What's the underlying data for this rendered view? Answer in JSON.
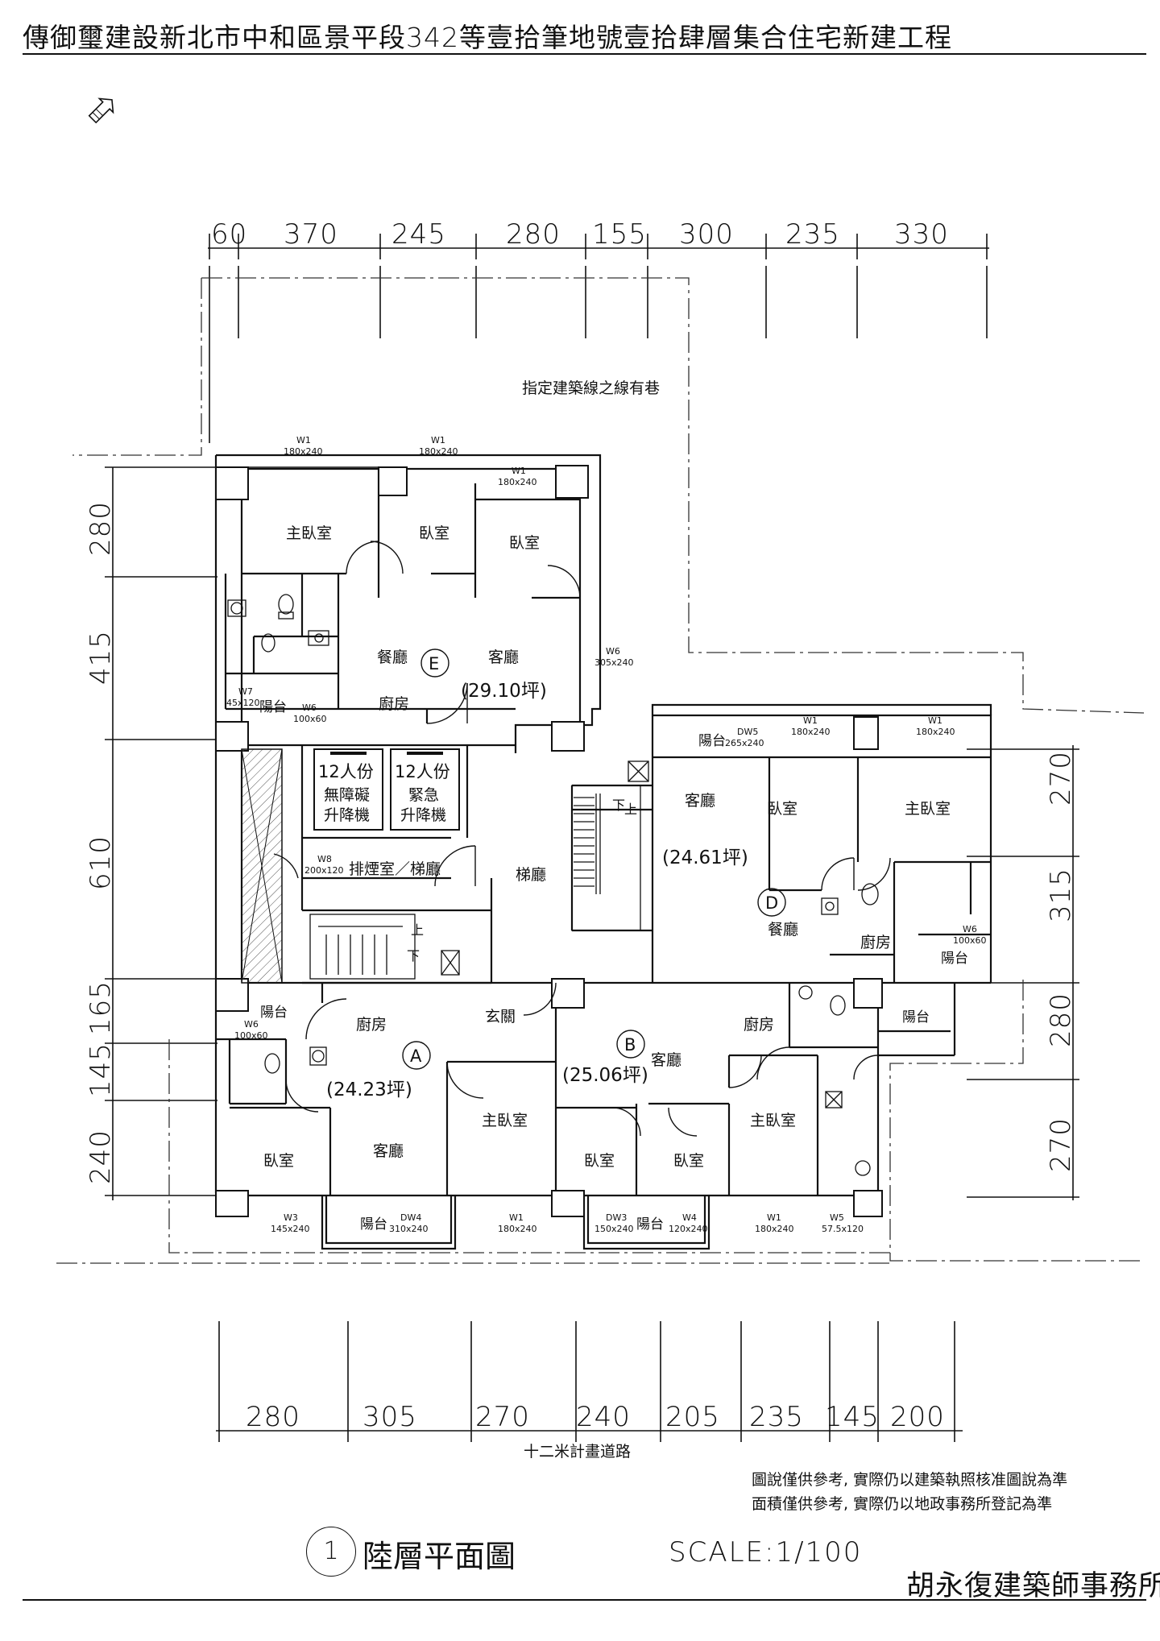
{
  "header": {
    "title": "傳御璽建設新北市中和區景平段342等壹拾筆地號壹拾肆層集合住宅新建工程"
  },
  "dimensions": {
    "top": [
      "60",
      "370",
      "245",
      "280",
      "155",
      "300",
      "235",
      "330"
    ],
    "bottom": [
      "280",
      "305",
      "270",
      "240",
      "205",
      "235",
      "145",
      "200"
    ],
    "left": [
      "280",
      "415",
      "610",
      "165",
      "145",
      "240"
    ],
    "right": [
      "270",
      "315",
      "280",
      "270"
    ]
  },
  "labels": {
    "lane": "指定建築線之線有巷",
    "road": "十二米計畫道路"
  },
  "units": {
    "E": {
      "name": "E",
      "area": "(29.10坪)"
    },
    "D": {
      "name": "D",
      "area": "(24.61坪)"
    },
    "A": {
      "name": "A",
      "area": "(24.23坪)"
    },
    "B": {
      "name": "B",
      "area": "(25.06坪)"
    }
  },
  "rooms": {
    "master": "主臥室",
    "bedroom": "臥室",
    "living": "客廳",
    "dining": "餐廳",
    "kitchen": "廚房",
    "balcony": "陽台",
    "lobby": "梯廳",
    "entry": "玄關",
    "smoke": "排煙室／梯廳",
    "up": "上",
    "down": "下"
  },
  "elevators": {
    "left": {
      "capacity": "12人份",
      "type1": "無障礙",
      "type2": "升降機"
    },
    "right": {
      "capacity": "12人份",
      "type1": "緊急",
      "type2": "升降機"
    }
  },
  "windows": {
    "w1": "W1",
    "w1_size": "180x240",
    "w3": "W3",
    "w3_size": "145x240",
    "w4": "W4",
    "w4_size": "120x240",
    "w5": "W5",
    "w5_size": "57.5x120",
    "w6": "W6",
    "w6_size": "100x60",
    "w6b_size": "305x240",
    "w7": "W7",
    "w7_size": "45x120",
    "w8": "W8",
    "w8_size": "200x120",
    "dw3": "DW3",
    "dw3_size": "150x240",
    "dw4": "DW4",
    "dw4_size": "310x240",
    "dw5": "DW5",
    "dw5_size": "265x240"
  },
  "notes": {
    "line1": "圖說僅供參考, 實際仍以建築執照核准圖說為準",
    "line2": "面積僅供參考, 實際仍以地政事務所登記為準"
  },
  "footer": {
    "drawing_no": "1",
    "drawing_title": "陸層平面圖",
    "scale": "SCALE:1/100",
    "office": "胡永復建築師事務所"
  }
}
